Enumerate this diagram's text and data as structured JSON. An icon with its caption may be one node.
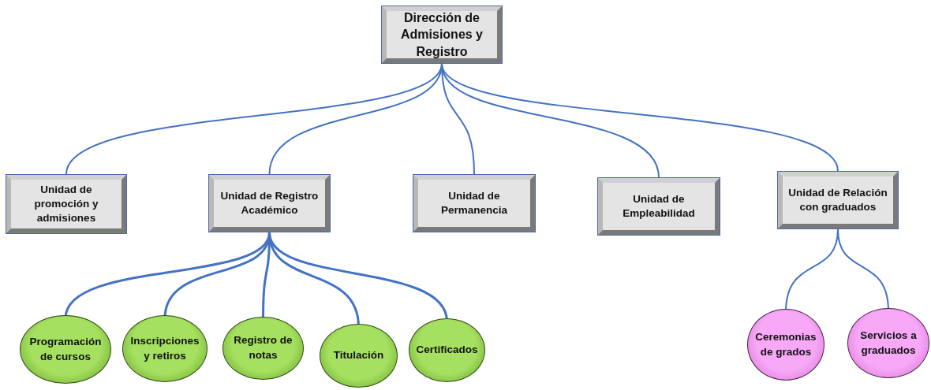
{
  "diagram": {
    "nodes": [
      {
        "text": [
          "Dirección de Admisiones y Registro"
        ]
      },
      {
        "text": [
          "Unidad de promoción y admisiones"
        ]
      },
      {
        "text": [
          "Unidad de Registro Académico"
        ]
      },
      {
        "text": [
          "Unidad de Permanencia"
        ]
      },
      {
        "text": [
          "Unidad de Empleabilidad"
        ]
      },
      {
        "text": [
          "Unidad de Relación con graduados"
        ]
      },
      {
        "text": [
          "Programación de cursos"
        ]
      },
      {
        "text": [
          "Inscripciones y retiros"
        ]
      },
      {
        "text": [
          "Registro de notas"
        ]
      },
      {
        "text": [
          "Titulación"
        ]
      },
      {
        "text": [
          "Certificados"
        ]
      },
      {
        "text": [
          "Ceremonias de grados"
        ]
      },
      {
        "text": [
          "Servicios a graduados"
        ]
      }
    ],
    "edges": [
      {
        "from": 0,
        "to": 1,
        "arrow": "none"
      },
      {
        "from": 0,
        "to": 2,
        "arrow": "none"
      },
      {
        "from": 0,
        "to": 3,
        "arrow": "none"
      },
      {
        "from": 0,
        "to": 4,
        "arrow": "none"
      },
      {
        "from": 0,
        "to": 5,
        "arrow": "none"
      },
      {
        "from": 2,
        "to": 6,
        "arrow": "none"
      },
      {
        "from": 2,
        "to": 7,
        "arrow": "none"
      },
      {
        "from": 2,
        "to": 8,
        "arrow": "none"
      },
      {
        "from": 2,
        "to": 9,
        "arrow": "none"
      },
      {
        "from": 2,
        "to": 10,
        "arrow": "none"
      },
      {
        "from": 5,
        "to": 11,
        "arrow": "none"
      },
      {
        "from": 5,
        "to": 12,
        "arrow": "none"
      }
    ]
  }
}
